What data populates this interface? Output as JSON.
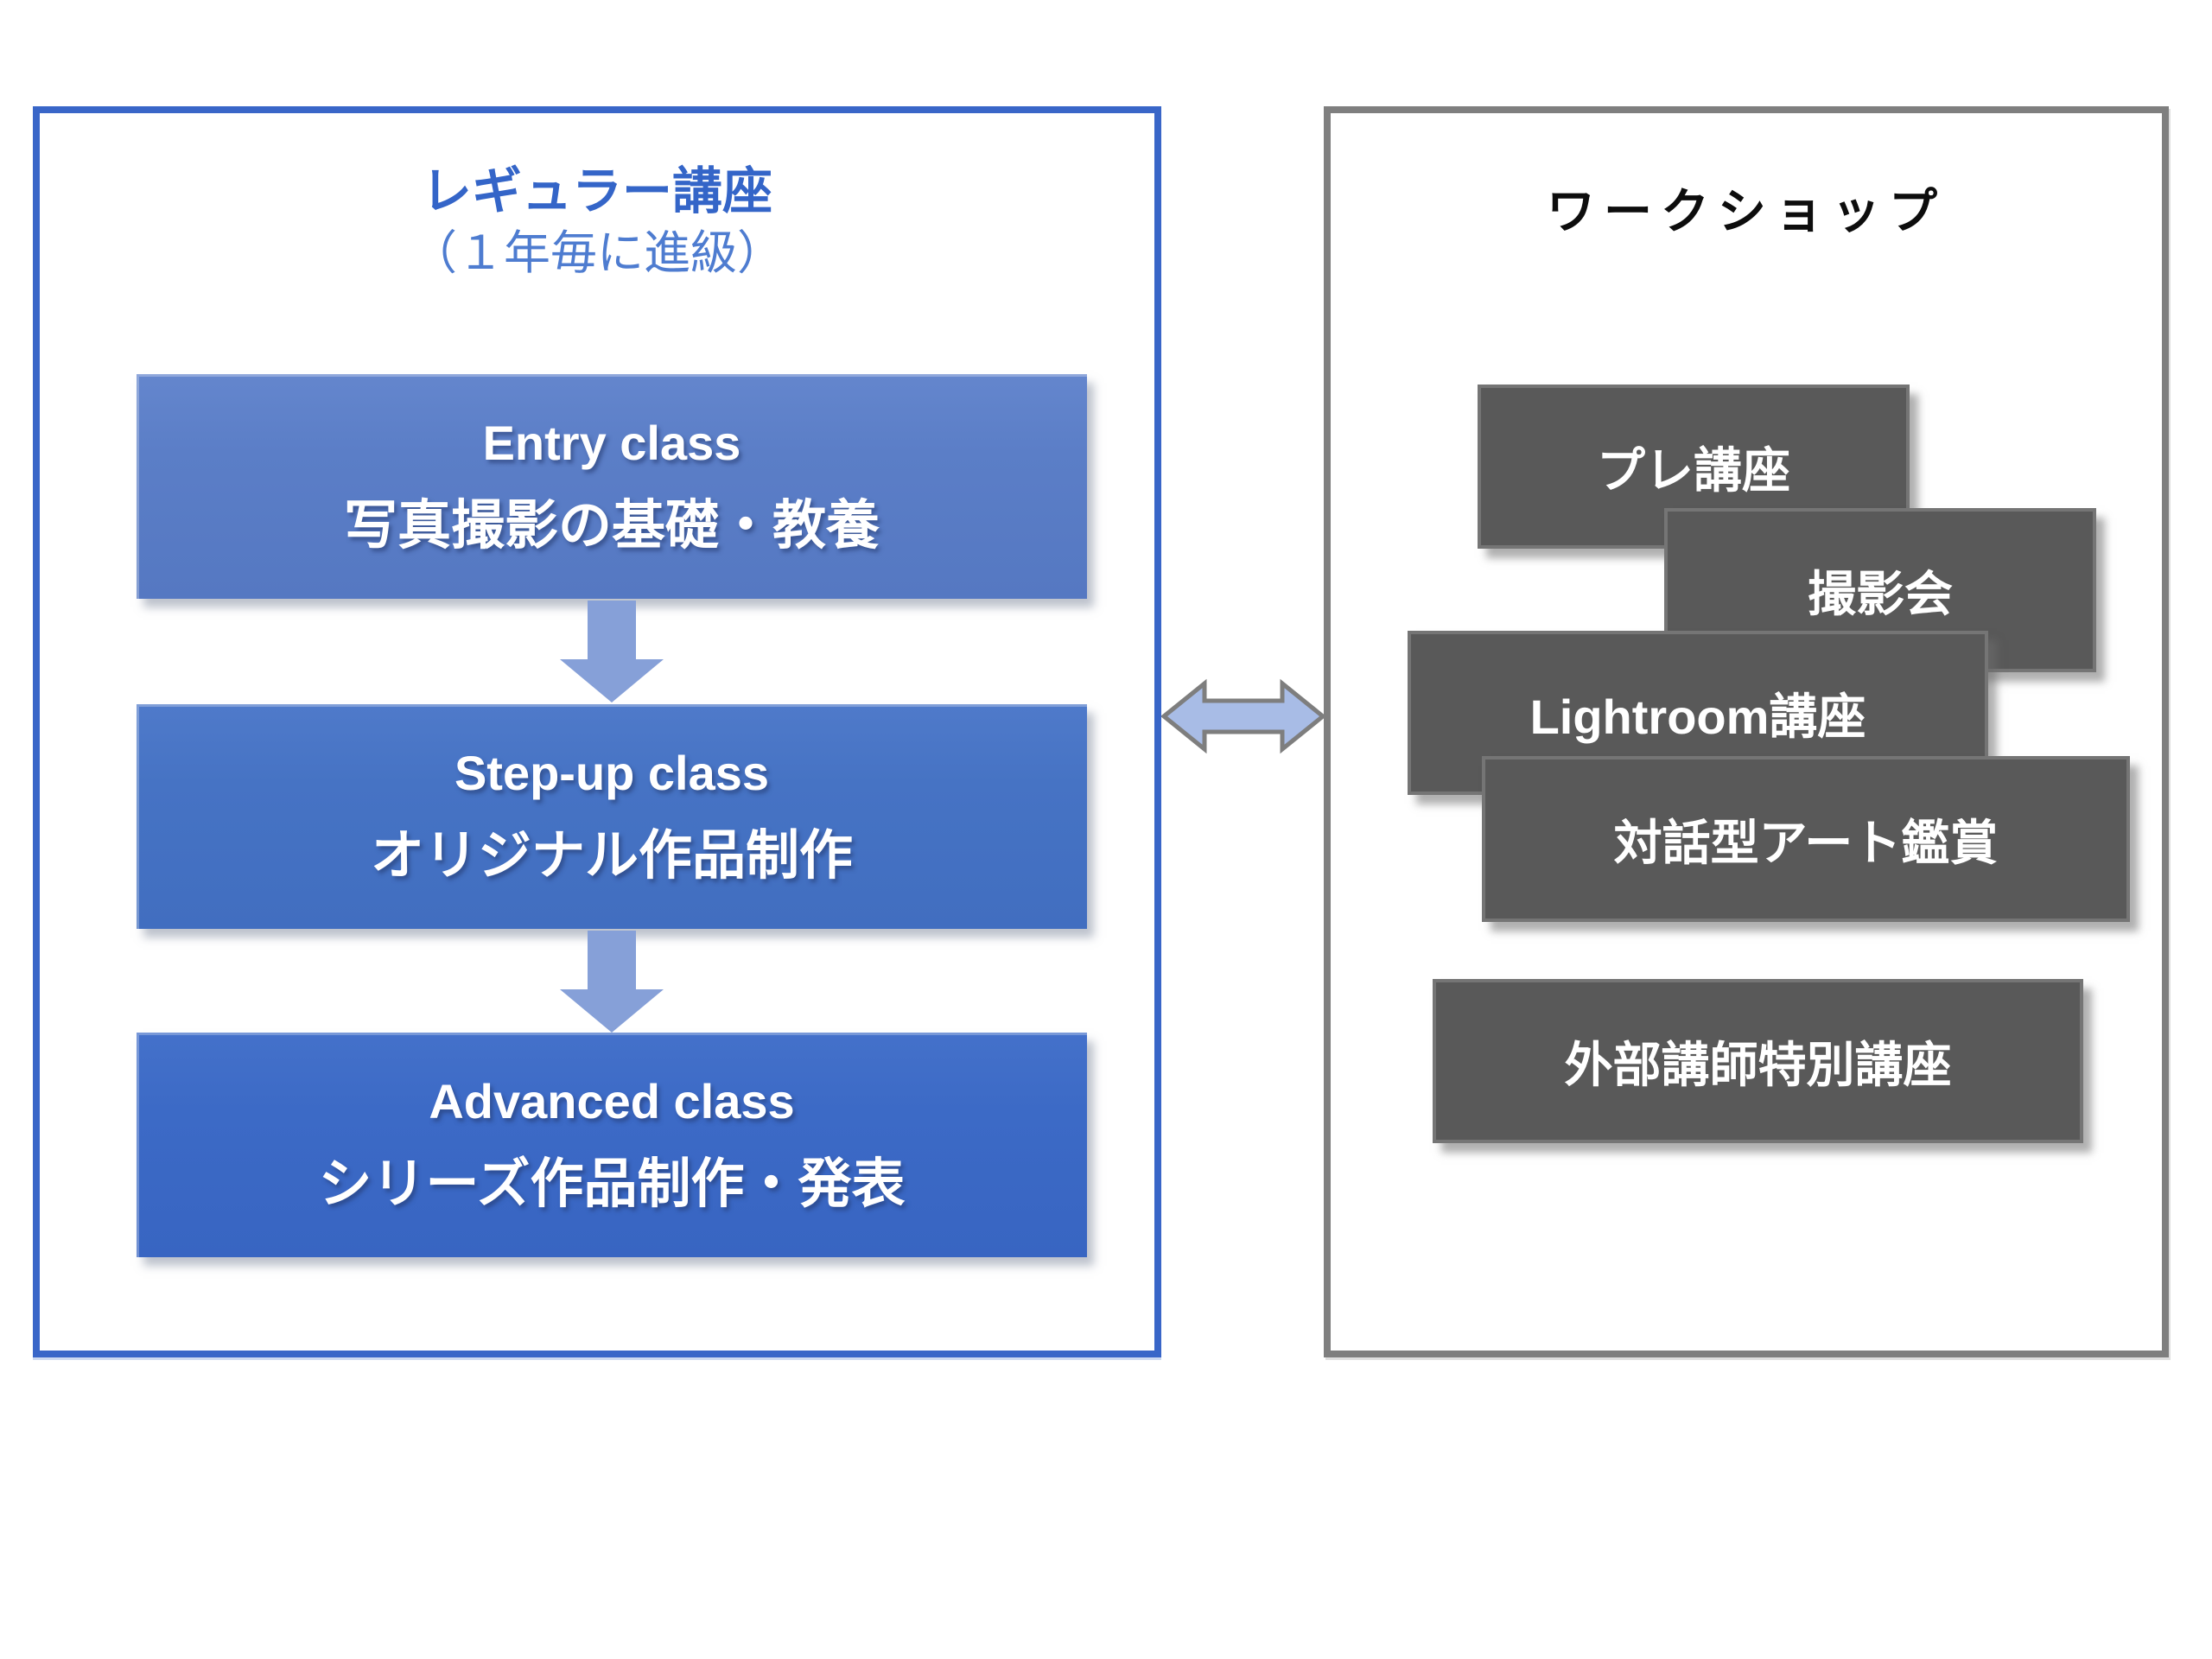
{
  "left_panel": {
    "title": "レギュラー講座",
    "subtitle": "（１年毎に進級）",
    "classes": [
      {
        "name": "Entry class",
        "description": "写真撮影の基礎・教養"
      },
      {
        "name": "Step-up class",
        "description": "オリジナル作品制作"
      },
      {
        "name": "Advanced class",
        "description": "シリーズ作品制作・発表"
      }
    ]
  },
  "right_panel": {
    "title": "ワークショップ",
    "workshops": [
      "プレ講座",
      "撮影会",
      "Lightroom講座",
      "対話型アート鑑賞",
      "外部講師特別講座"
    ]
  },
  "icons": {
    "down_arrow": "↓ block arrow between class boxes",
    "left_right_arrow": "⇔ double-headed arrow between panels"
  },
  "palette": {
    "left_panel_border": "#3966C8",
    "left_title_color": "#3465C8",
    "left_subtitle_color": "#4E7CD0",
    "entry_box_fill": "#5B7EC7",
    "stepup_box_fill": "#4673C4",
    "advanced_box_fill": "#3C6AC6",
    "down_arrow_fill": "#86A0D8",
    "double_arrow_fill": "#A8BCE6",
    "double_arrow_stroke": "#7E7E7E",
    "right_panel_border": "#7F7F7F",
    "workshop_box_fill": "#595959",
    "box_text_color": "#FFFFFF",
    "right_title_color": "#0D0D0D"
  }
}
